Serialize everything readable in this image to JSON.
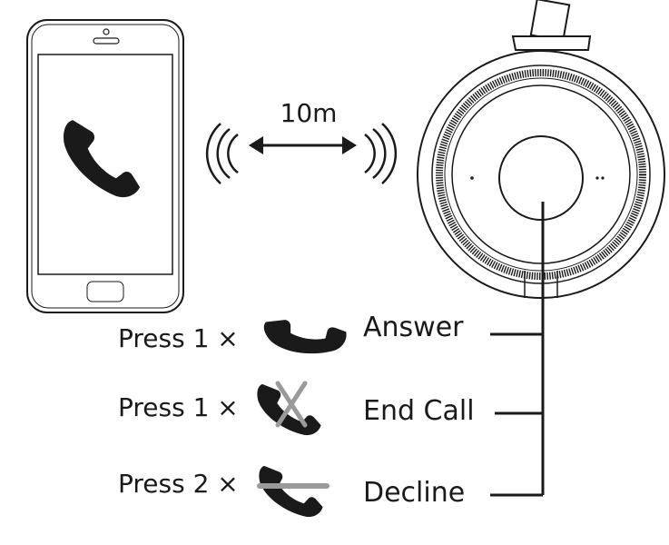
{
  "distance_label": "10m",
  "rows": [
    {
      "press": "Press 1 ×",
      "action": "Answer"
    },
    {
      "press": "Press 1 ×",
      "action": "End Call"
    },
    {
      "press": "Press 2 ×",
      "action": "Decline"
    }
  ],
  "icons": {
    "phone_screen": "phone-handset-icon",
    "answer": "phone-handset-icon",
    "end_call": "phone-handset-crossed-icon",
    "decline": "phone-handset-struck-icon"
  },
  "colors": {
    "line": "#1a1a1a",
    "strike": "#9a9a9a"
  }
}
